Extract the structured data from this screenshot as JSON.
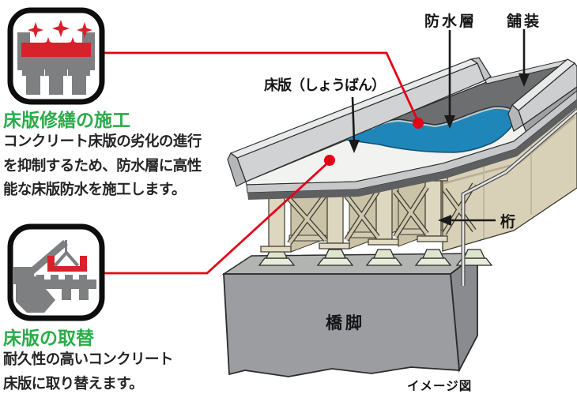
{
  "colors": {
    "title_green": "#2bab4a",
    "connector_red": "#e60018",
    "icon_red": "#d7212b",
    "icon_gray": "#7d7f81",
    "waterproof_blue": "#1f86ba",
    "pavement_gray": "#6c6e70",
    "girder_beige": "#d8d1b7",
    "pier_gray": "#9b9da0"
  },
  "panels": [
    {
      "icon": "deck-waterproofing-icon",
      "title": "床版修繕の施工",
      "lines": [
        "コンクリート床版の劣化の進行",
        "を抑制するため、防水層に高性",
        "能な床版防水を施工します。"
      ]
    },
    {
      "icon": "deck-replacement-crane-icon",
      "title": "床版の取替",
      "lines": [
        "耐久性の高いコンクリート",
        "床版に取り替えます。"
      ]
    }
  ],
  "diagram": {
    "labels": {
      "deck_slab": "床版（しょうばん）",
      "waterproof_layer": "防水層",
      "pavement": "舗装",
      "girder": "桁",
      "pier": "橋脚"
    },
    "caption": "イメージ図"
  }
}
